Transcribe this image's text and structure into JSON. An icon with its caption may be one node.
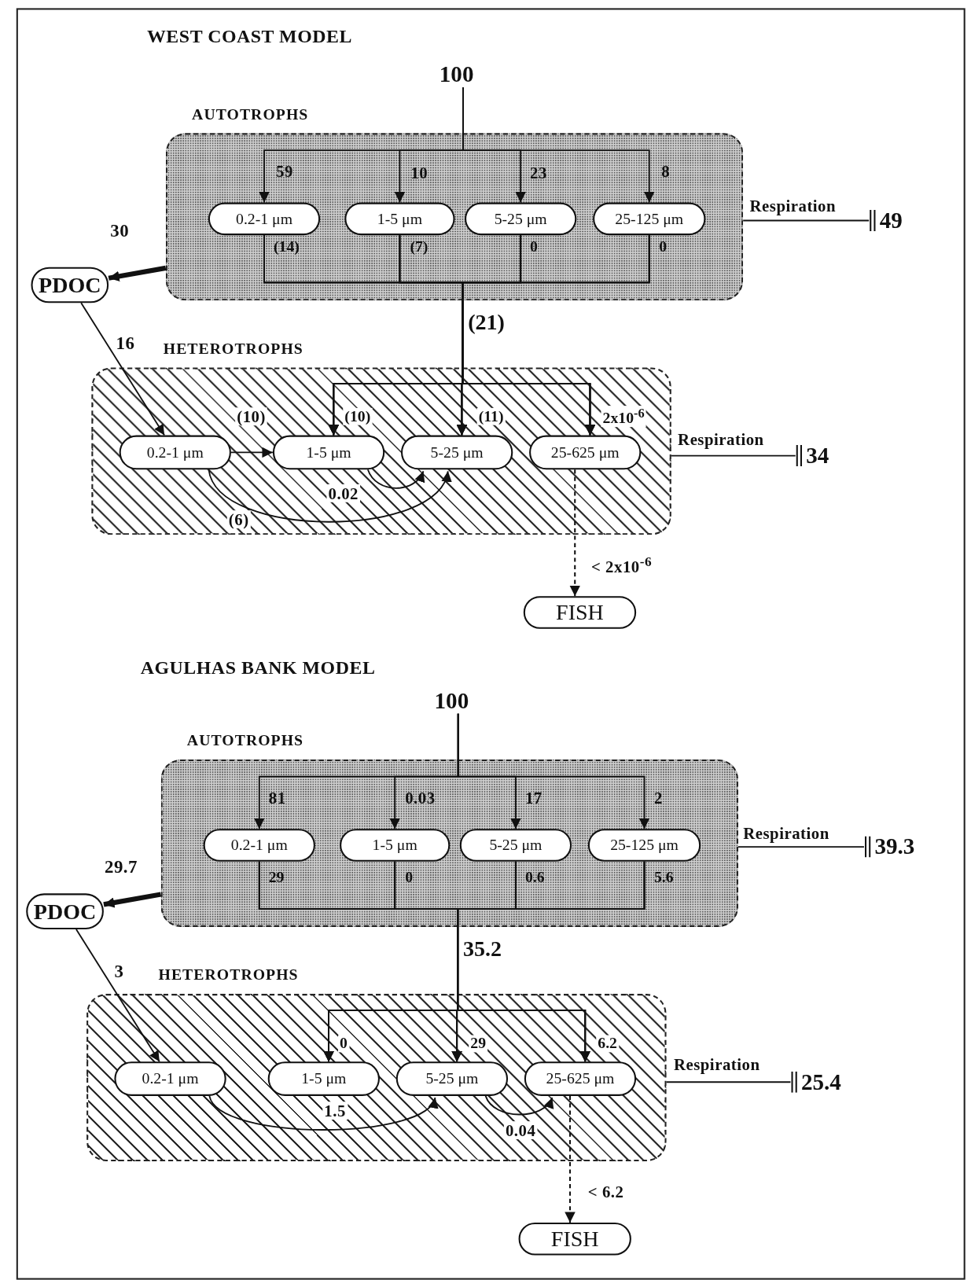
{
  "diagram": {
    "nodes": [
      {
        "text": [
          "100"
        ]
      },
      {
        "text": [
          "AUTOTROPHS"
        ]
      },
      {
        "text": [
          "0.2-1 μm"
        ],
        "in": 1
      },
      {
        "text": [
          "1-5 μm"
        ],
        "in": 1
      },
      {
        "text": [
          "5-25 μm"
        ],
        "in": 1
      },
      {
        "text": [
          "25-125 μm"
        ],
        "in": 1
      },
      {
        "text": [
          "49"
        ]
      },
      {
        "text": [
          "PDOC"
        ]
      },
      {
        "text": [
          "HETEROTROPHS"
        ]
      },
      {
        "text": [
          "0.2-1 μm"
        ],
        "in": 8
      },
      {
        "text": [
          "1-5 μm"
        ],
        "in": 8
      },
      {
        "text": [
          "5-25 μm"
        ],
        "in": 8
      },
      {
        "text": [
          "25-625 μm"
        ],
        "in": 8
      },
      {
        "text": [
          "34"
        ]
      },
      {
        "text": [
          "FISH"
        ]
      },
      {
        "text": [
          "100"
        ]
      },
      {
        "text": [
          "AUTOTROPHS"
        ]
      },
      {
        "text": [
          "0.2-1 μm"
        ],
        "in": 16
      },
      {
        "text": [
          "1-5 μm"
        ],
        "in": 16
      },
      {
        "text": [
          "5-25 μm"
        ],
        "in": 16
      },
      {
        "text": [
          "25-125 μm"
        ],
        "in": 16
      },
      {
        "text": [
          "39.3"
        ]
      },
      {
        "text": [
          "PDOC"
        ]
      },
      {
        "text": [
          "HETEROTROPHS"
        ]
      },
      {
        "text": [
          "0.2-1 μm"
        ],
        "in": 23
      },
      {
        "text": [
          "1-5 μm"
        ],
        "in": 23
      },
      {
        "text": [
          "5-25 μm"
        ],
        "in": 23
      },
      {
        "text": [
          "25-625 μm"
        ],
        "in": 23
      },
      {
        "text": [
          "25.4"
        ]
      },
      {
        "text": [
          "FISH"
        ]
      }
    ],
    "edges": [
      {
        "from": 0,
        "to": 2,
        "arrow": "to",
        "label": "59"
      },
      {
        "from": 0,
        "to": 3,
        "arrow": "to",
        "label": "10"
      },
      {
        "from": 0,
        "to": 4,
        "arrow": "to",
        "label": "23"
      },
      {
        "from": 0,
        "to": 5,
        "arrow": "to",
        "label": "8"
      },
      {
        "from": 2,
        "to": 10,
        "arrow": "to"
      },
      {
        "from": 2,
        "to": 11,
        "arrow": "to"
      },
      {
        "from": 2,
        "to": 12,
        "arrow": "to"
      },
      {
        "from": 3,
        "to": 10,
        "arrow": "to"
      },
      {
        "from": 3,
        "to": 11,
        "arrow": "to"
      },
      {
        "from": 3,
        "to": 12,
        "arrow": "to"
      },
      {
        "from": 4,
        "to": 10,
        "arrow": "to"
      },
      {
        "from": 4,
        "to": 11,
        "arrow": "to"
      },
      {
        "from": 4,
        "to": 12,
        "arrow": "to"
      },
      {
        "from": 5,
        "to": 10,
        "arrow": "to"
      },
      {
        "from": 5,
        "to": 11,
        "arrow": "to"
      },
      {
        "from": 5,
        "to": 12,
        "arrow": "to"
      },
      {
        "from": 1,
        "to": 7,
        "arrow": "to",
        "label": "30",
        "style": "thick"
      },
      {
        "from": 7,
        "to": 9,
        "arrow": "to",
        "label": "16"
      },
      {
        "from": 1,
        "to": 6,
        "arrow": "none",
        "label": "Respiration"
      },
      {
        "from": 9,
        "to": 10,
        "arrow": "to",
        "label": "(10)"
      },
      {
        "from": 9,
        "to": 11,
        "arrow": "to",
        "label": "(6)"
      },
      {
        "from": 10,
        "to": 11,
        "arrow": "to",
        "label": "0.02"
      },
      {
        "from": 8,
        "to": 13,
        "arrow": "none",
        "label": "Respiration"
      },
      {
        "from": 12,
        "to": 14,
        "arrow": "to",
        "label": "< 2x10$^{-6}$",
        "style": "dashed"
      },
      {
        "from": 15,
        "to": 17,
        "arrow": "to",
        "label": "81"
      },
      {
        "from": 15,
        "to": 18,
        "arrow": "to",
        "label": "0.03"
      },
      {
        "from": 15,
        "to": 19,
        "arrow": "to",
        "label": "17"
      },
      {
        "from": 15,
        "to": 20,
        "arrow": "to",
        "label": "2"
      },
      {
        "from": 17,
        "to": 25,
        "arrow": "to"
      },
      {
        "from": 17,
        "to": 26,
        "arrow": "to"
      },
      {
        "from": 17,
        "to": 27,
        "arrow": "to"
      },
      {
        "from": 18,
        "to": 25,
        "arrow": "to"
      },
      {
        "from": 18,
        "to": 26,
        "arrow": "to"
      },
      {
        "from": 18,
        "to": 27,
        "arrow": "to"
      },
      {
        "from": 19,
        "to": 25,
        "arrow": "to"
      },
      {
        "from": 19,
        "to": 26,
        "arrow": "to"
      },
      {
        "from": 19,
        "to": 27,
        "arrow": "to"
      },
      {
        "from": 20,
        "to": 25,
        "arrow": "to"
      },
      {
        "from": 20,
        "to": 26,
        "arrow": "to"
      },
      {
        "from": 20,
        "to": 27,
        "arrow": "to"
      },
      {
        "from": 16,
        "to": 22,
        "arrow": "to",
        "label": "29.7",
        "style": "thick"
      },
      {
        "from": 22,
        "to": 24,
        "arrow": "to",
        "label": "3"
      },
      {
        "from": 16,
        "to": 21,
        "arrow": "none",
        "label": "Respiration"
      },
      {
        "from": 24,
        "to": 26,
        "arrow": "to",
        "label": "1.5"
      },
      {
        "from": 26,
        "to": 27,
        "arrow": "to",
        "label": "0.04"
      },
      {
        "from": 23,
        "to": 28,
        "arrow": "none",
        "label": "Respiration"
      },
      {
        "from": 27,
        "to": 29,
        "arrow": "to",
        "label": "< 6.2",
        "style": "dashed"
      }
    ],
    "labels": [
      "WEST COAST MODEL",
      "(14)",
      "(7)",
      "0",
      "0",
      "(21)",
      "(10)",
      "(11)",
      "2x10$^{-6}$",
      "AGULHAS BANK MODEL",
      "29",
      "0",
      "0.6",
      "5.6",
      "35.2",
      "0",
      "29",
      "6.2"
    ]
  }
}
